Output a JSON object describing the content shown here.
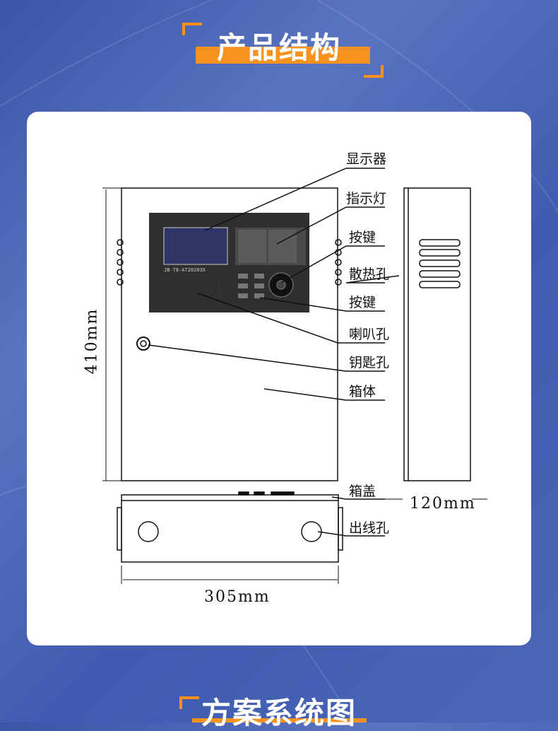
{
  "section1_title": "产品结构",
  "section2_title": "方案系统图",
  "device_model": "JB-T8-AT20203X",
  "labels": {
    "display": "显示器",
    "indicator": "指示灯",
    "keys1": "按键",
    "vent": "散热孔",
    "keys2": "按键",
    "speaker": "喇叭孔",
    "keyhole": "钥匙孔",
    "body": "箱体",
    "cover": "箱盖",
    "cable_hole": "出线孔"
  },
  "dimensions": {
    "height": "410mm",
    "depth": "120mm",
    "width": "305mm"
  },
  "colors": {
    "accent": "#f5931e",
    "background": "#4760b3"
  }
}
